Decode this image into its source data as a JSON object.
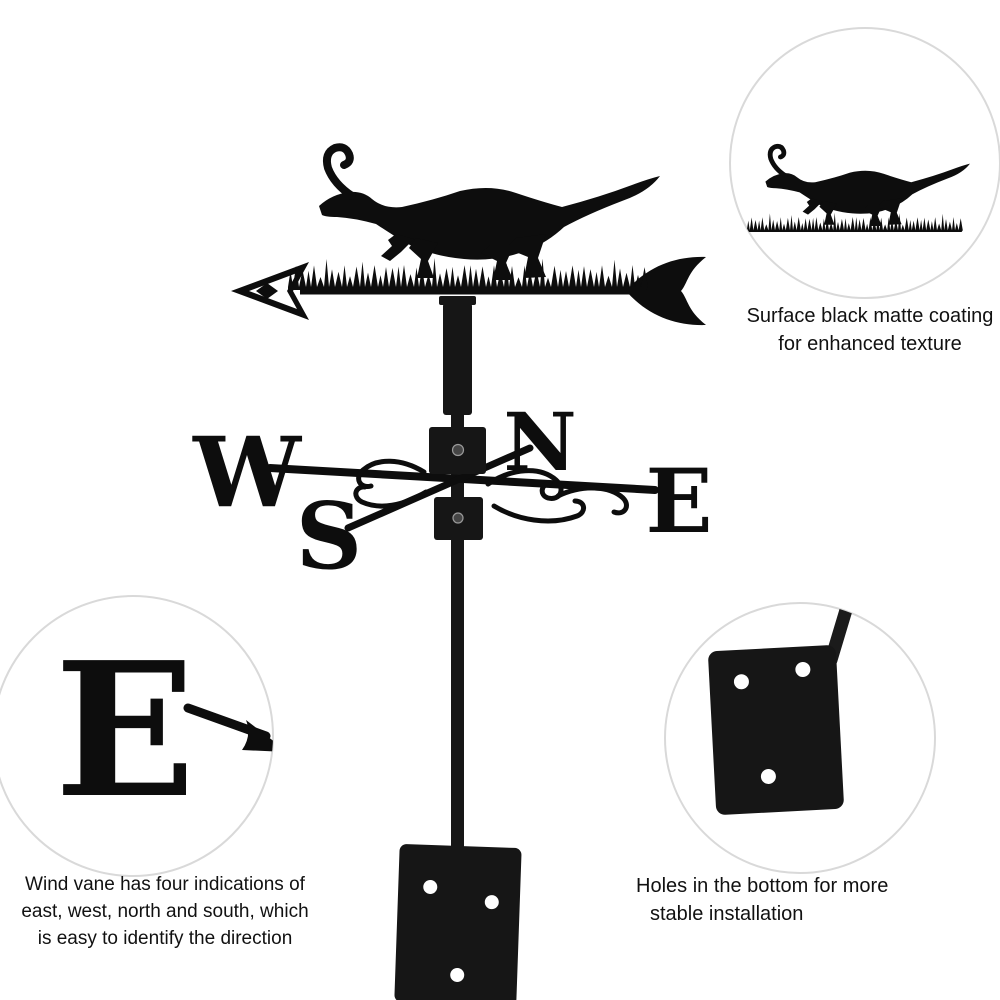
{
  "vane": {
    "directions": {
      "west": "W",
      "south": "S",
      "north": "N",
      "east": "E"
    }
  },
  "insets": {
    "top_right": {
      "lines": [
        "Surface black matte coating",
        "for enhanced texture"
      ]
    },
    "bottom_left": {
      "letter": "E",
      "lines": [
        "Wind vane has four indications of",
        "east, west, north and south, which",
        "is easy to identify the direction"
      ]
    },
    "bottom_right": {
      "lines": [
        "Holes in the bottom for more",
        "stable installation"
      ]
    }
  },
  "colors": {
    "vane_black": "#0d0d0d",
    "metal_dark": "#1a1a1a",
    "circle_border": "#d9d9d9",
    "text": "#111111",
    "background": "#ffffff"
  }
}
